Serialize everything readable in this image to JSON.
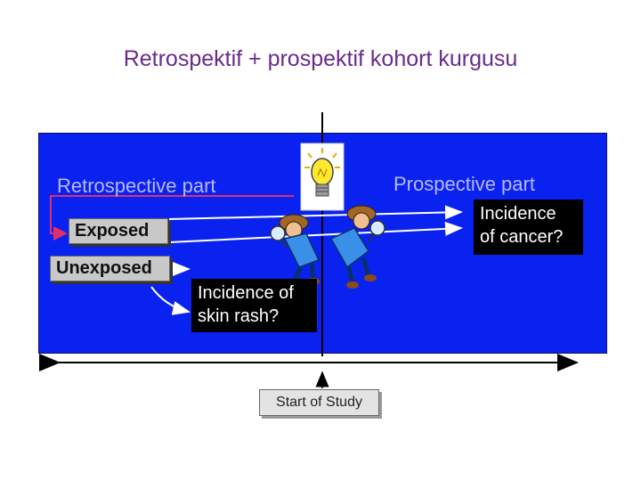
{
  "slide": {
    "title": "Retrospektif + prospektif kohort kurgusu"
  },
  "diagram": {
    "retrospective_label": "Retrospective part",
    "prospective_label": "Prospective part",
    "exposed_label": "Exposed",
    "unexposed_label": "Unexposed",
    "cancer_line1": "Incidence",
    "cancer_line2": "of cancer?",
    "rash_line1": "Incidence of",
    "rash_line2": "skin rash?",
    "start_label": "Start of Study",
    "icons": [
      "lightbulb-icon",
      "detective-icon"
    ],
    "colors": {
      "panel": "#0a22f0",
      "title": "#6b2a8a",
      "label_text": "#b8b8ff",
      "retro_arrow": "#e0306a"
    }
  }
}
